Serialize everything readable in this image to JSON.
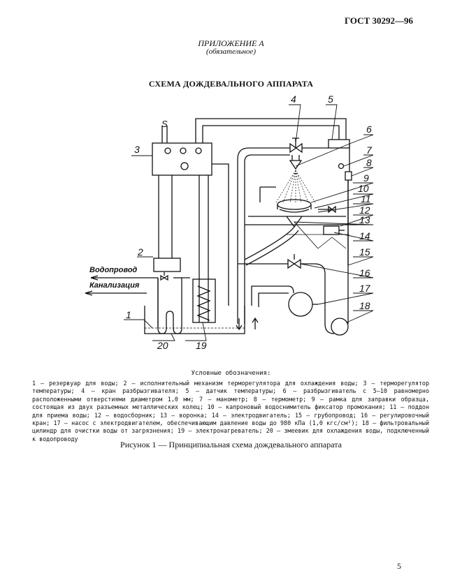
{
  "header": {
    "standard_code": "ГОСТ 30292—96"
  },
  "appendix": {
    "title": "ПРИЛОЖЕНИЕ А",
    "note": "(обязательное)"
  },
  "diagram": {
    "title": "СХЕМА ДОЖДЕВАЛЬНОГО АППАРАТА",
    "callouts": [
      "1",
      "2",
      "3",
      "4",
      "5",
      "6",
      "7",
      "8",
      "9",
      "10",
      "11",
      "12",
      "13",
      "14",
      "15",
      "16",
      "17",
      "18",
      "19",
      "20"
    ],
    "inlet_label": "Водопровод",
    "drain_label": "Канализация",
    "power_symbol": "S"
  },
  "legend": {
    "title": "Условные обозначения:",
    "text": "1 — резервуар для воды; 2 — исполнительный механизм терморегулятора для охлаждения воды; 3 — терморегулятор температуры; 4 — кран разбрызгивателя; 5 — датчик температуры; 6 — разбрызгиватель с 5—10 равномерно расположенными отверстиями диаметром 1,0 мм; 7 — манометр; 8 — термометр; 9 — рамка для заправки образца, состоящая из двух разъемных металлических колец; 10 — капроновый водоснимитель фиксатор промокания; 11 — поддон для приема воды; 12 — водосборник; 13 — воронка; 14 — электродвигатель; 15 — грубопровод; 16 — регулировочный кран; 17 — насос с электродвигателем, обеспечивающим давление воды до 980 кПа (1,0 кгс/см²); 18 — фильтровальный цилиндр для очистки воды от загрязнения; 19 — электронагреватель; 20 — змеевик для охлаждения воды, подключенный к водопроводу"
  },
  "figure_caption": "Рисунок 1 — Принципиальная схема дождевального аппарата",
  "page_number": "5"
}
